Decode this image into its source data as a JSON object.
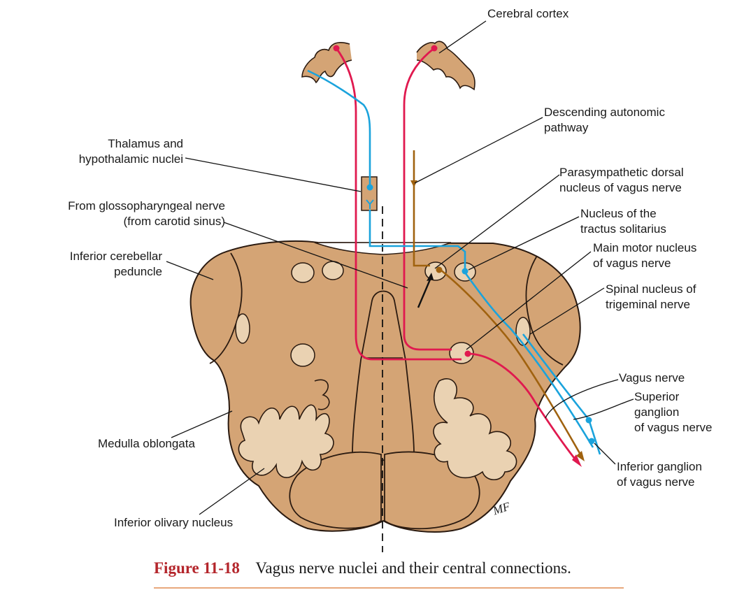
{
  "labels": {
    "cerebral_cortex": "Cerebral cortex",
    "descending_autonomic": [
      "Descending autonomic",
      "pathway"
    ],
    "thalamus": [
      "Thalamus and",
      "hypothalamic nuclei"
    ],
    "glossopharyngeal": [
      "From glossopharyngeal nerve",
      "(from carotid sinus)"
    ],
    "parasympathetic": [
      "Parasympathetic dorsal",
      "nucleus of vagus nerve"
    ],
    "tractus_solitarius": [
      "Nucleus of the",
      "tractus solitarius"
    ],
    "inferior_cerebellar": [
      "Inferior cerebellar",
      "peduncle"
    ],
    "main_motor": [
      "Main motor nucleus",
      "of vagus nerve"
    ],
    "spinal_trigeminal": [
      "Spinal nucleus of",
      "trigeminal nerve"
    ],
    "vagus_nerve": "Vagus nerve",
    "superior_ganglion": [
      "Superior",
      "ganglion",
      "of vagus nerve"
    ],
    "medulla": "Medulla oblongata",
    "inferior_ganglion": [
      "Inferior ganglion",
      "of vagus nerve"
    ],
    "inferior_olivary": "Inferior olivary nucleus"
  },
  "signature": "MF",
  "caption": {
    "number": "Figure 11-18",
    "text": "Vagus nerve nuclei and their central connections."
  },
  "colors": {
    "tissue": "#d4a475",
    "nucleus": "#ead2b2",
    "motor_pathway": "#e0194f",
    "sensory_pathway": "#1aa3dc",
    "autonomic_pathway": "#a0620f",
    "caption_accent": "#b4252b"
  }
}
